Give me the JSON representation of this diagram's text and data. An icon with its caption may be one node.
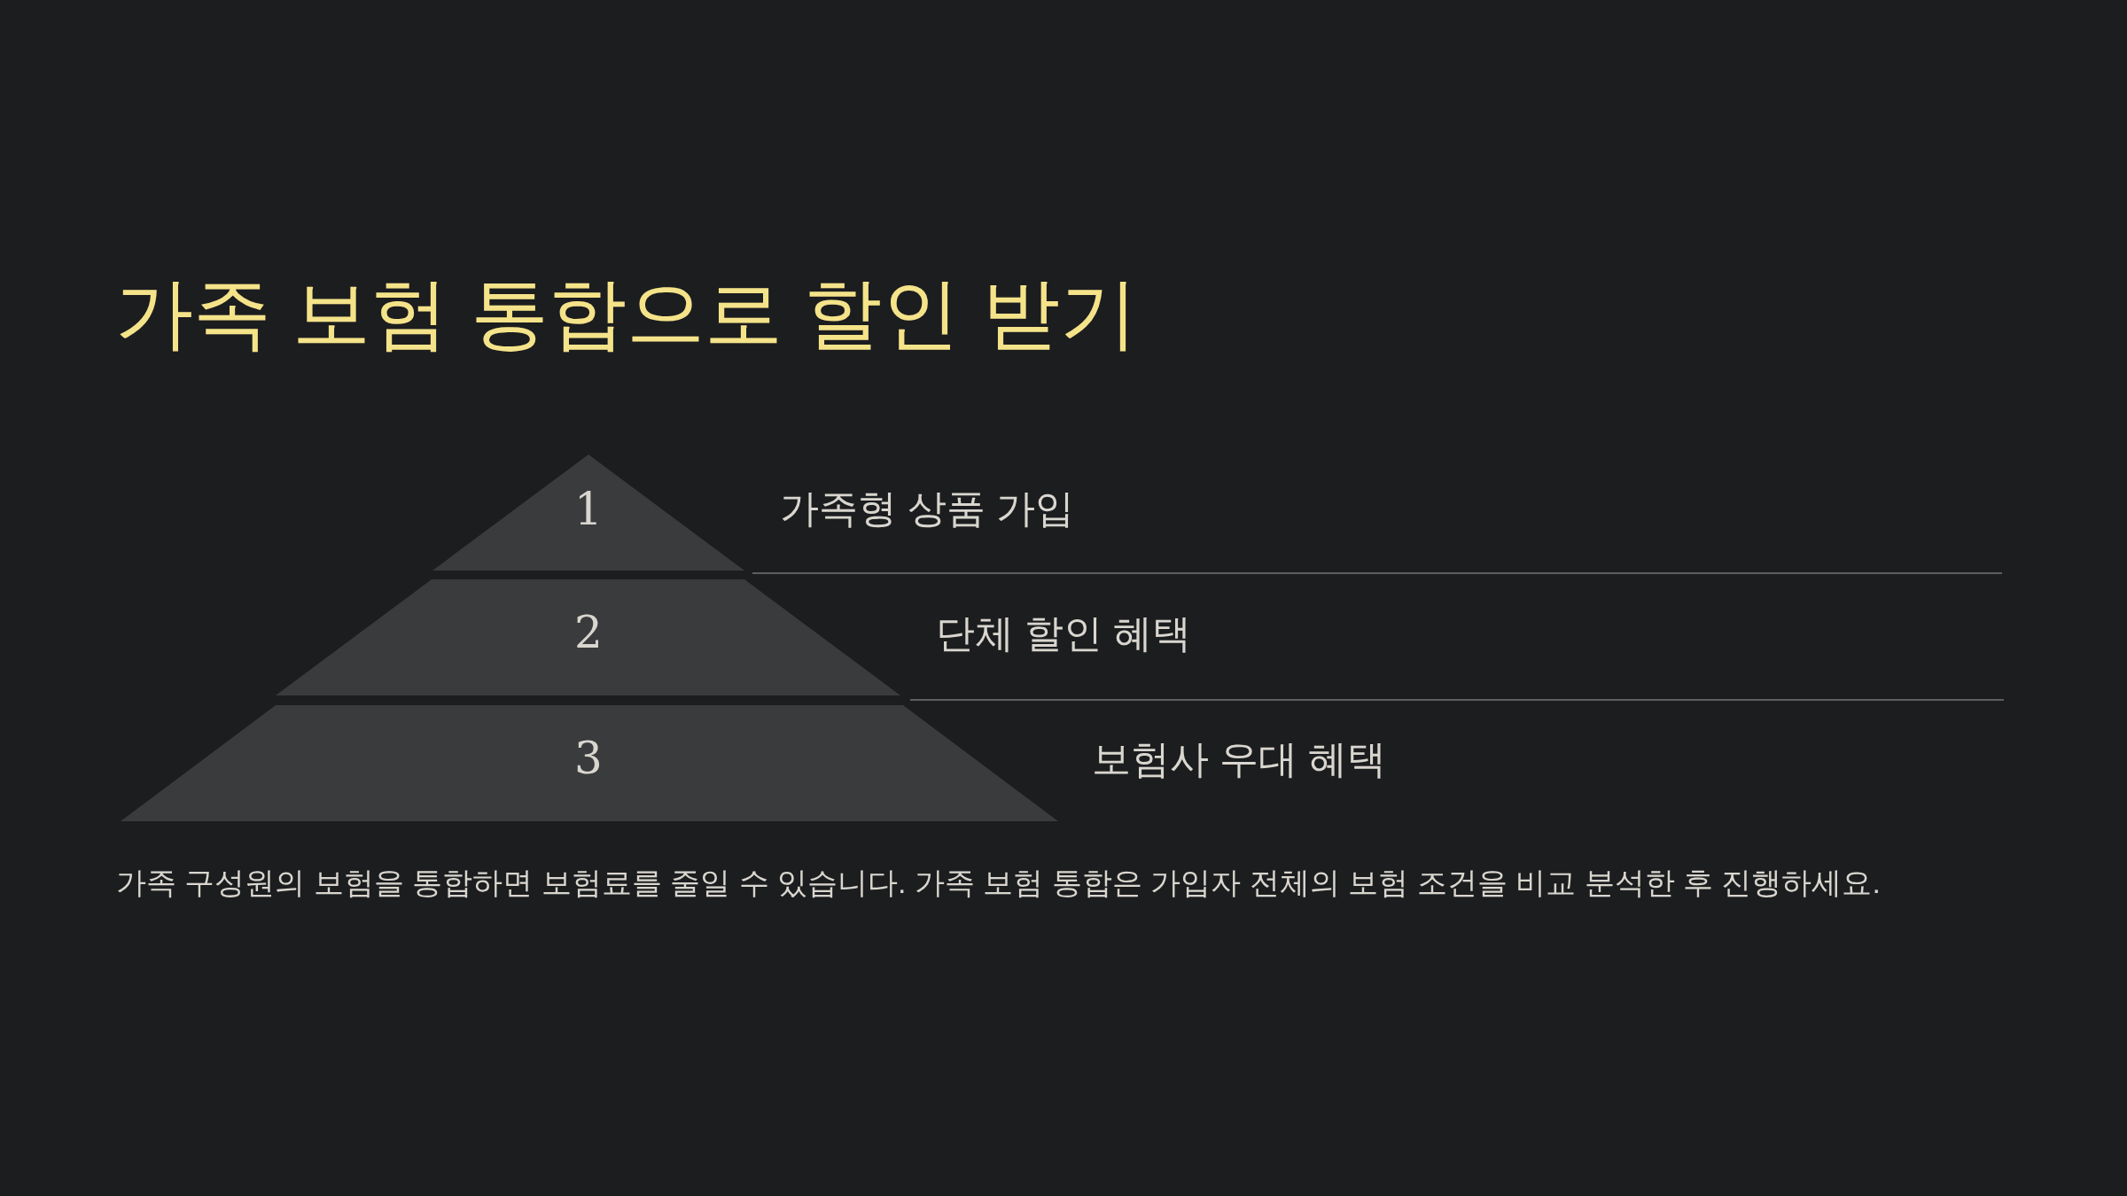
{
  "diagram": {
    "title": "가족 보험 통합으로 할인 받기",
    "nodes": [
      {
        "text": [
          "1"
        ],
        "beside": [
          "가족형 상품 가입"
        ]
      },
      {
        "text": [
          "2"
        ],
        "beside": [
          "단체 할인 혜택"
        ]
      },
      {
        "text": [
          "3"
        ],
        "beside": [
          "보험사 우대 혜택"
        ]
      }
    ],
    "labels": [
      "가족 구성원의 보험을 통합하면 보험료를 줄일 수 있습니다. 가족 보험 통합은 가입자 전체의 보험 조건을 비교 분석한 후 진행하세요."
    ]
  }
}
